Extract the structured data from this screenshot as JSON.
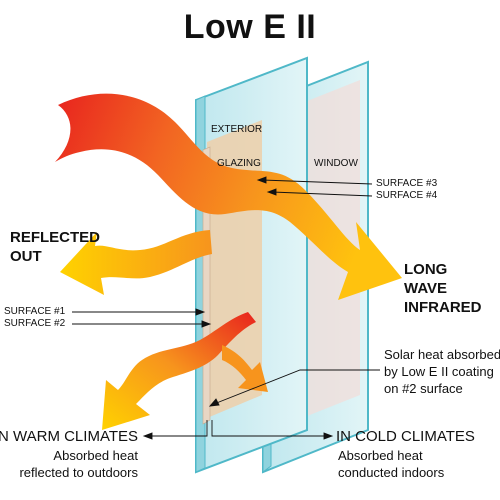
{
  "title": "Low E II",
  "labels": {
    "exterior": "EXTERIOR",
    "glazing": "GLAZING",
    "window": "WINDOW",
    "surface3": "SURFACE #3",
    "surface4": "SURFACE #4",
    "surface1": "SURFACE #1",
    "surface2": "SURFACE #2",
    "reflected_line1": "REFLECTED",
    "reflected_line2": "OUT",
    "long_wave_line1": "LONG",
    "long_wave_line2": "WAVE",
    "long_wave_line3": "INFRARED",
    "solar_line1": "Solar heat absorbed",
    "solar_line2": "by Low E II coating",
    "solar_line3": "on #2 surface",
    "warm_head": "N WARM CLIMATES",
    "warm_line1": "Absorbed heat",
    "warm_line2": "reflected to outdoors",
    "cold_head": "IN COLD CLIMATES",
    "cold_line1": "Absorbed heat",
    "cold_line2": "conducted indoors"
  },
  "colors": {
    "glass_fill": "#c7ebf0",
    "glass_edge": "#4fb8c8",
    "coating_fill": "#e9cfb0",
    "heat_red": "#e8231e",
    "heat_orange": "#f7941d",
    "heat_yellow": "#ffd200",
    "line": "#111111"
  }
}
